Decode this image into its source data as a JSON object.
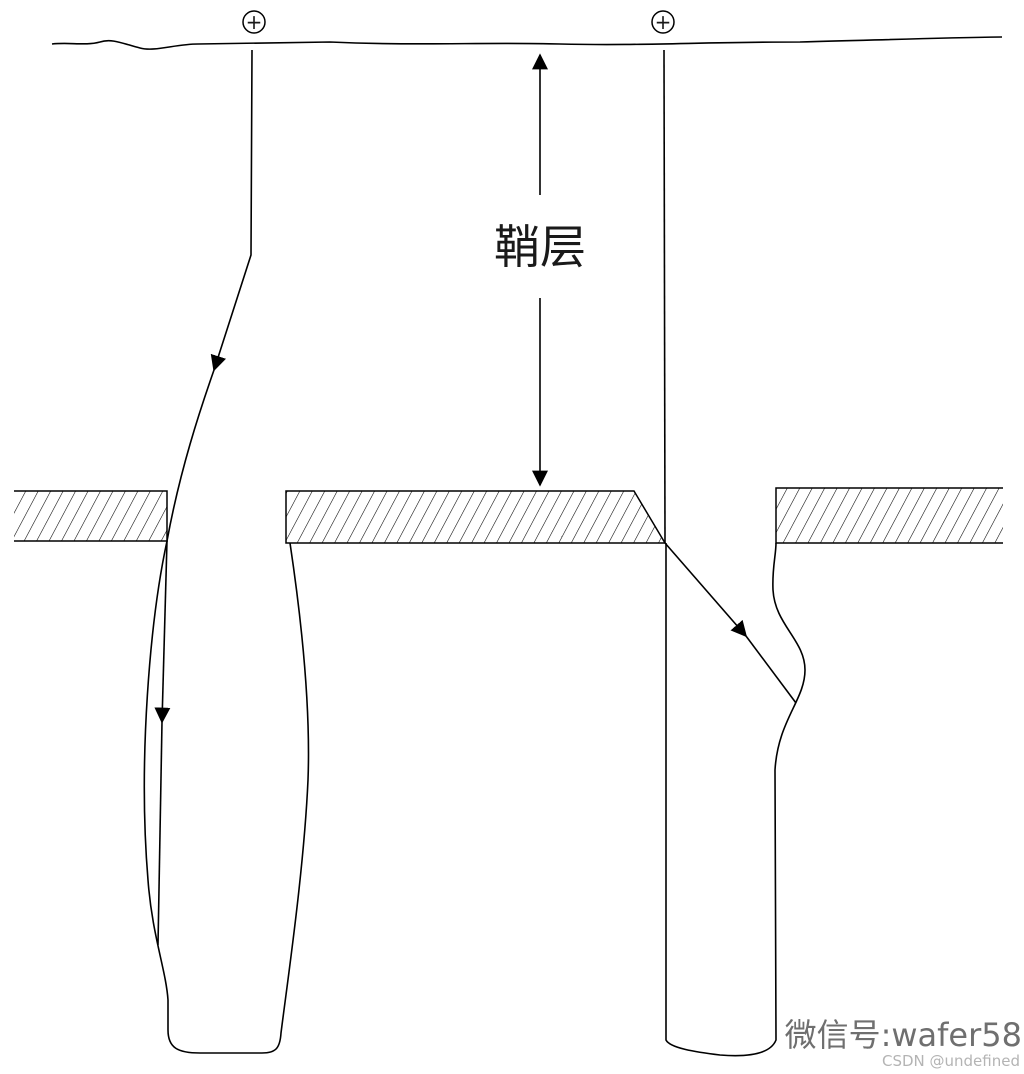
{
  "diagram": {
    "label": "鞘层",
    "plus_symbol": "+"
  },
  "watermark": {
    "main": "微信号:wafer58",
    "sub": "CSDN @undefined"
  }
}
